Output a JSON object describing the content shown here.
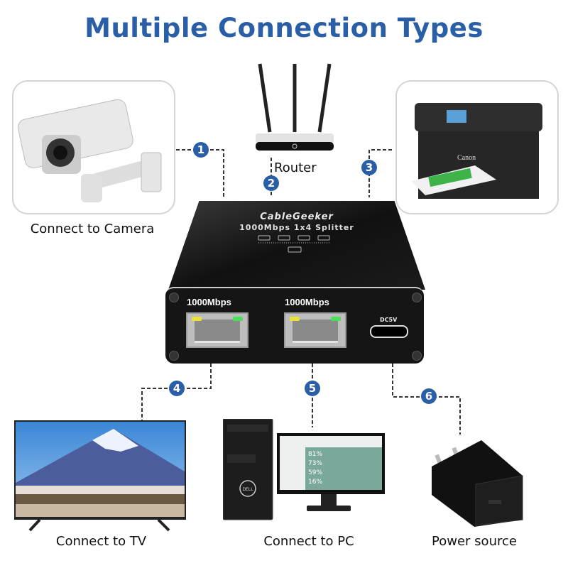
{
  "title": "Multiple Connection Types",
  "splitter": {
    "brand": "CableGeeker",
    "model": "1000Mbps 1x4 Splitter",
    "port_labels": [
      "1000Mbps",
      "1000Mbps"
    ],
    "power_label": "DC5V"
  },
  "devices": [
    {
      "id": 1,
      "label": "Connect to Camera",
      "icon": "security-camera-icon"
    },
    {
      "id": 2,
      "label": "Router",
      "icon": "router-icon"
    },
    {
      "id": 3,
      "label": "",
      "icon": "printer-icon",
      "brand": "Canon"
    },
    {
      "id": 4,
      "label": "Connect to TV",
      "icon": "tv-icon"
    },
    {
      "id": 5,
      "label": "Connect to PC",
      "icon": "desktop-pc-icon",
      "brand": "DELL",
      "screen_values": [
        "81%",
        "73%",
        "59%",
        "16%"
      ]
    },
    {
      "id": 6,
      "label": "Power source",
      "icon": "power-adapter-icon"
    }
  ],
  "badges": [
    "1",
    "2",
    "3",
    "4",
    "5",
    "6"
  ],
  "colors": {
    "accent": "#2a5fa8",
    "text": "#111111",
    "card_border": "#d4d4d4"
  }
}
